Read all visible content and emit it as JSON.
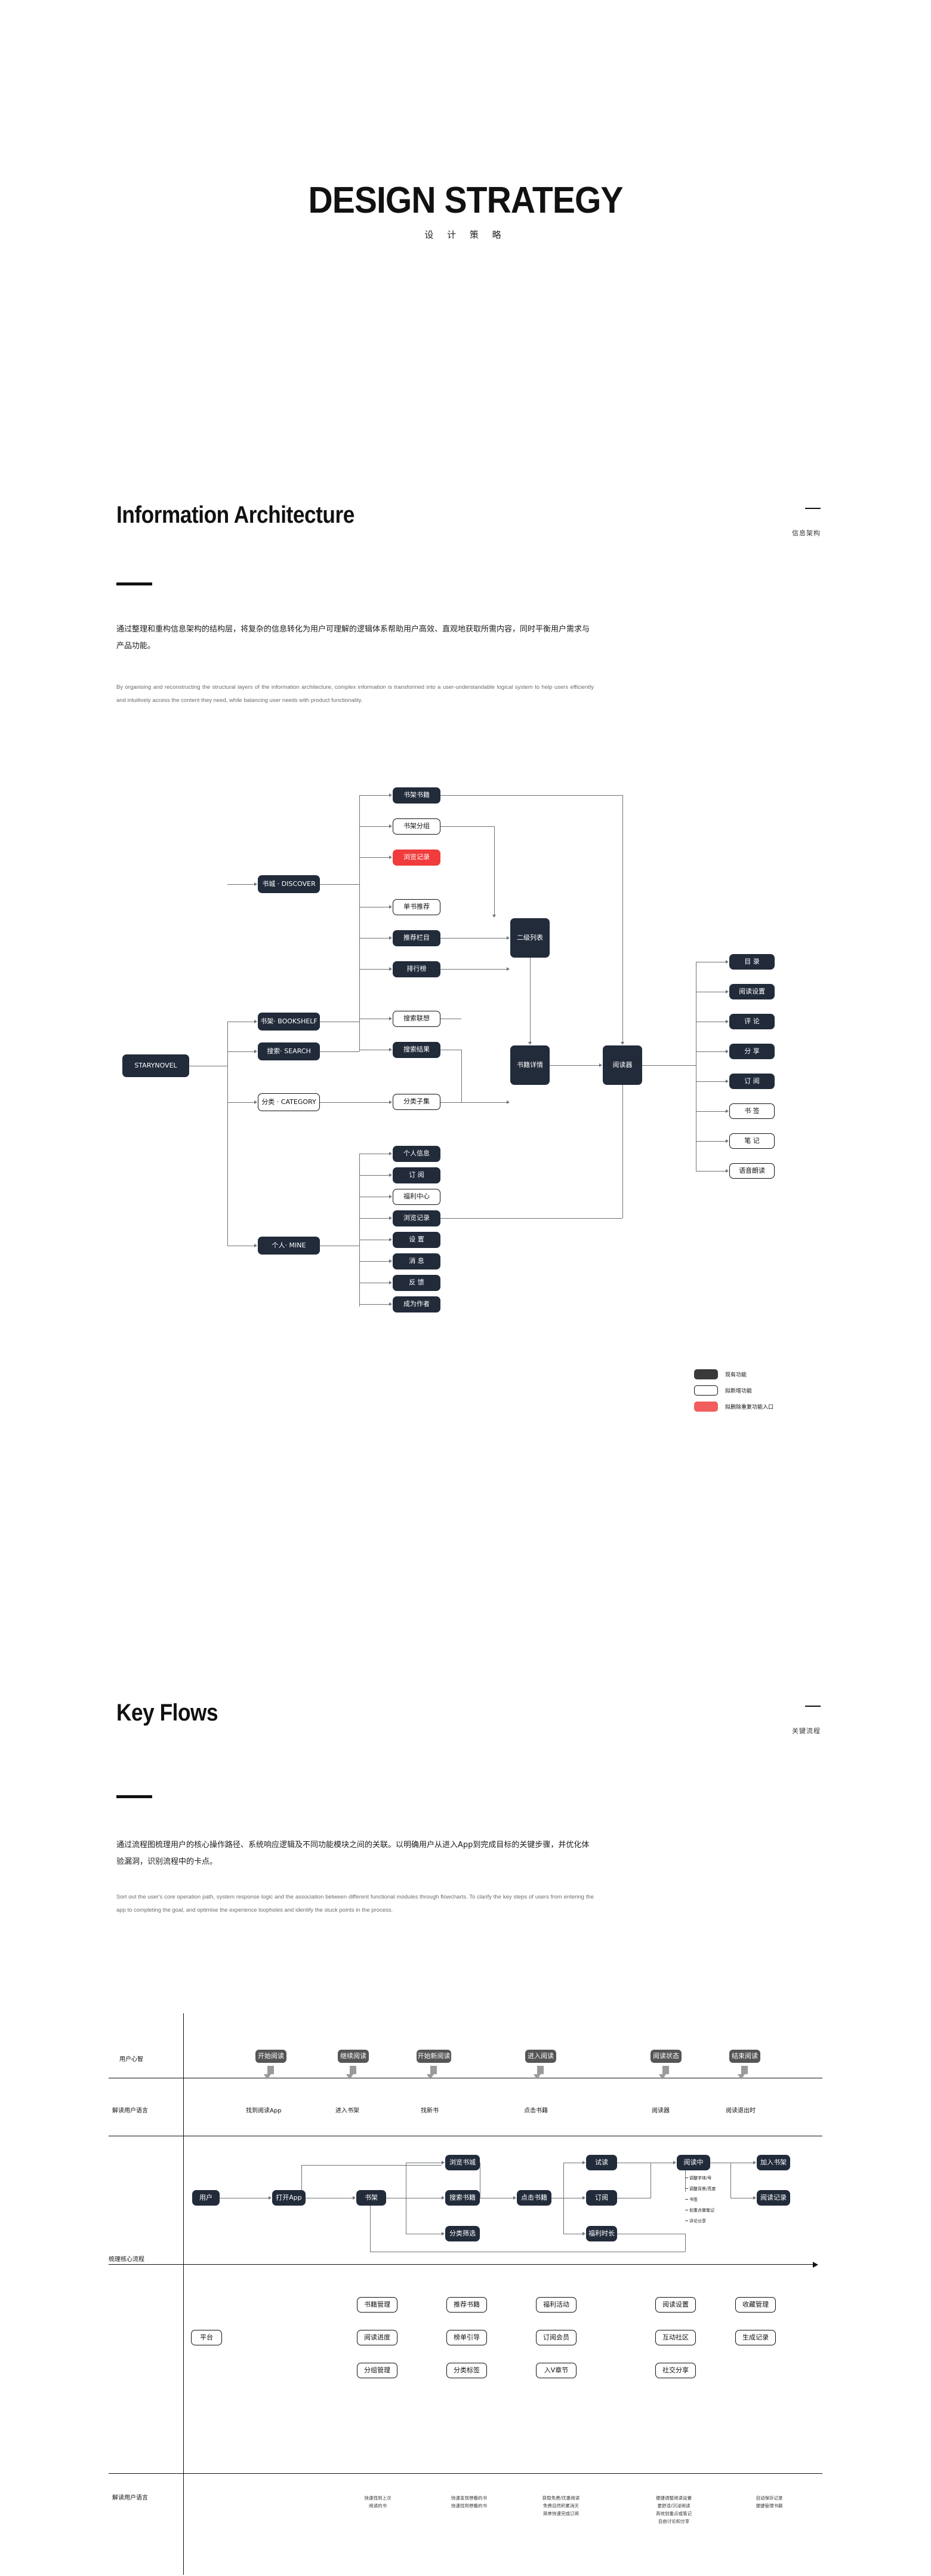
{
  "cover": {
    "title": "DESIGN STRATEGY",
    "subtitle": "设 计 策 略"
  },
  "sections": [
    {
      "id": "information-architecture",
      "title": "Information Architecture",
      "title_cn": "信息架构",
      "body_cn": "通过整理和重构信息架构的结构层，将复杂的信息转化为用户可理解的逻辑体系帮助用户高效、直观地获取所需内容，同时平衡用户需求与产品功能。",
      "body_en": "By organising and reconstructing the structural layers of the information architecture, complex information is transformed into a user-understandable logical system to help users efficiently and intuitively access the content they need, while balancing user needs with product functionality."
    },
    {
      "id": "key-flows",
      "title": "Key Flows",
      "title_cn": "关键流程",
      "body_cn": "通过流程图梳理用户的核心操作路径、系统响应逻辑及不同功能模块之间的关联。以明确用户从进入App到完成目标的关键步骤，并优化体验漏洞，识别流程中的卡点。",
      "body_en": "Sort out the user's core operation path, system response logic and the association between different functional modules through flowcharts. To clarify the key steps of users from entering the app to completing the goal, and optimise the experience loopholes and identify the stuck points in the process."
    }
  ],
  "ia": {
    "root": "STARYNOVEL",
    "level1": [
      {
        "label": "书架· BOOKSHELF",
        "style": "dark"
      },
      {
        "label": "书城 · DISCOVER",
        "style": "dark"
      },
      {
        "label": "搜索· SEARCH",
        "style": "dark"
      },
      {
        "label": "分类 · CATEGORY",
        "style": "light"
      },
      {
        "label": "个人· MINE",
        "style": "dark"
      }
    ],
    "bookshelf_children": [
      {
        "label": "书架书籍",
        "style": "dark"
      },
      {
        "label": "书架分组",
        "style": "light"
      },
      {
        "label": "浏览记录",
        "style": "red"
      }
    ],
    "discover_children": [
      {
        "label": "单书推荐",
        "style": "light"
      },
      {
        "label": "推荐栏目",
        "style": "dark"
      },
      {
        "label": "排行榜",
        "style": "dark"
      }
    ],
    "search_children": [
      {
        "label": "搜索联想",
        "style": "light"
      },
      {
        "label": "搜索结果",
        "style": "dark"
      }
    ],
    "category_children": [
      {
        "label": "分类子集",
        "style": "light"
      }
    ],
    "mine_children": [
      {
        "label": "个人信息",
        "style": "dark"
      },
      {
        "label": "订 阅",
        "style": "dark"
      },
      {
        "label": "福利中心",
        "style": "light"
      },
      {
        "label": "浏览记录",
        "style": "dark"
      },
      {
        "label": "设 置",
        "style": "dark"
      },
      {
        "label": "消 息",
        "style": "dark"
      },
      {
        "label": "反 馈",
        "style": "dark"
      },
      {
        "label": "成为作者",
        "style": "dark"
      }
    ],
    "hubs": {
      "list": "二级列表",
      "detail": "书籍详情",
      "reader": "阅读器"
    },
    "reader_children": [
      {
        "label": "目 录",
        "style": "dark"
      },
      {
        "label": "阅读设置",
        "style": "dark"
      },
      {
        "label": "评 论",
        "style": "dark"
      },
      {
        "label": "分 享",
        "style": "dark"
      },
      {
        "label": "订 阅",
        "style": "dark"
      },
      {
        "label": "书 签",
        "style": "light"
      },
      {
        "label": "笔 记",
        "style": "light"
      },
      {
        "label": "语音朗读",
        "style": "light"
      }
    ],
    "legend": [
      {
        "label": "现有功能",
        "style": "dark",
        "color": "#3a3a3a"
      },
      {
        "label": "拟新增功能",
        "style": "light",
        "color": "#ffffff"
      },
      {
        "label": "拟删除重复功能入口",
        "style": "red",
        "color": "#f25e5e"
      }
    ]
  },
  "flow": {
    "swimlanes": [
      "用户心智",
      "解读用户语言",
      "梳理核心流程",
      "解读用户语言"
    ],
    "mind_row": [
      "开始阅读",
      "继续阅读",
      "开始新阅读",
      "进入阅读",
      "阅读状态",
      "结束阅读"
    ],
    "language_row": [
      "找到阅读App",
      "进入书架",
      "找新书",
      "点击书籍",
      "阅读器",
      "阅读退出时"
    ],
    "core_nodes": [
      "用户",
      "打开App",
      "书架",
      "浏览书城",
      "搜索书籍",
      "分类筛选",
      "点击书籍",
      "试读",
      "订阅",
      "福利时长",
      "阅读中",
      "加入书架",
      "阅读记录"
    ],
    "reader_options": [
      "调整字体/号",
      "调整背景/亮度",
      "书签",
      "划重点做笔记",
      "评论分享"
    ],
    "platform_label": "平台",
    "platform_rows": [
      [
        "书籍管理",
        "推荐书籍",
        "福利活动",
        "阅读设置",
        "收藏管理"
      ],
      [
        "阅读进度",
        "榜单引导",
        "订阅会员",
        "互动社区",
        "生成记录"
      ],
      [
        "分组管理",
        "分类标签",
        "入V章节",
        "社交分享",
        ""
      ]
    ],
    "annotations": [
      "快速找到上次\n阅读的书",
      "快速发现想看的书\n快速找到想看的书",
      "获取免费/优惠阅读\n免费自然积累消灭\n简单快速完成订阅",
      "便捷调整阅读设置\n更舒适/沉浸阅读\n高效划重点或笔记\n自由讨论和分享",
      "自动保存记录\n便捷管理书籍"
    ]
  }
}
